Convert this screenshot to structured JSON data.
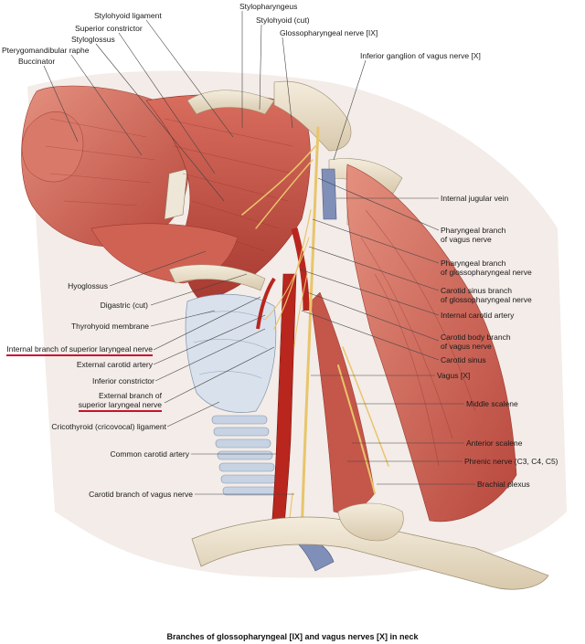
{
  "caption": "Branches of glossopharyngeal [IX] and vagus nerves [X] in neck",
  "labels": {
    "stylohyoid_ligament": "Stylohyoid ligament",
    "stylopharyngeus": "Stylopharyngeus",
    "stylohyoid_cut": "Stylohyoid (cut)",
    "superior_constrictor": "Superior constrictor",
    "styloglossus": "Styloglossus",
    "glossopharyngeal_nerve": "Glossopharyngeal nerve [IX]",
    "pterygomandibular_raphe": "Pterygomandibular raphe",
    "inferior_ganglion": "Inferior ganglion of vagus nerve [X]",
    "buccinator": "Buccinator",
    "internal_jugular_vein": "Internal jugular vein",
    "pharyngeal_branch_vagus_1": "Pharyngeal branch",
    "pharyngeal_branch_vagus_2": "of vagus nerve",
    "pharyngeal_branch_gloss_1": "Pharyngeal branch",
    "pharyngeal_branch_gloss_2": "of glossopharyngeal nerve",
    "hyoglossus": "Hyoglossus",
    "carotid_sinus_branch_1": "Carotid sinus branch",
    "carotid_sinus_branch_2": "of glossopharyngeal nerve",
    "digastric_cut": "Digastric (cut)",
    "internal_carotid_artery": "Internal carotid artery",
    "thyrohyoid_membrane": "Thyrohyoid membrane",
    "carotid_body_branch_1": "Carotid body branch",
    "carotid_body_branch_2": "of vagus nerve",
    "internal_branch_sln": "Internal branch of superior laryngeal nerve",
    "carotid_sinus": "Carotid sinus",
    "external_carotid_artery": "External carotid artery",
    "vagus": "Vagus [X]",
    "inferior_constrictor": "Inferior constrictor",
    "external_branch_sln_1": "External branch of",
    "external_branch_sln_2": "superior laryngeal nerve",
    "middle_scalene": "Middle scalene",
    "cricothyroid_ligament": "Cricothyroid (cricovocal) ligament",
    "anterior_scalene": "Anterior scalene",
    "phrenic_nerve": "Phrenic nerve (C3, C4, C5)",
    "common_carotid_artery": "Common carotid artery",
    "brachial_plexus": "Brachial plexus",
    "carotid_branch_vagus": "Carotid branch of vagus nerve"
  },
  "colors": {
    "highlight": "#c8102e",
    "muscle": "#c9544a",
    "muscle_light": "#e08a7c",
    "nerve": "#e8c56a",
    "artery": "#b8261e",
    "vein": "#7f8fb8",
    "bone": "#ece2cf",
    "cartilage": "#c9d4e4"
  }
}
